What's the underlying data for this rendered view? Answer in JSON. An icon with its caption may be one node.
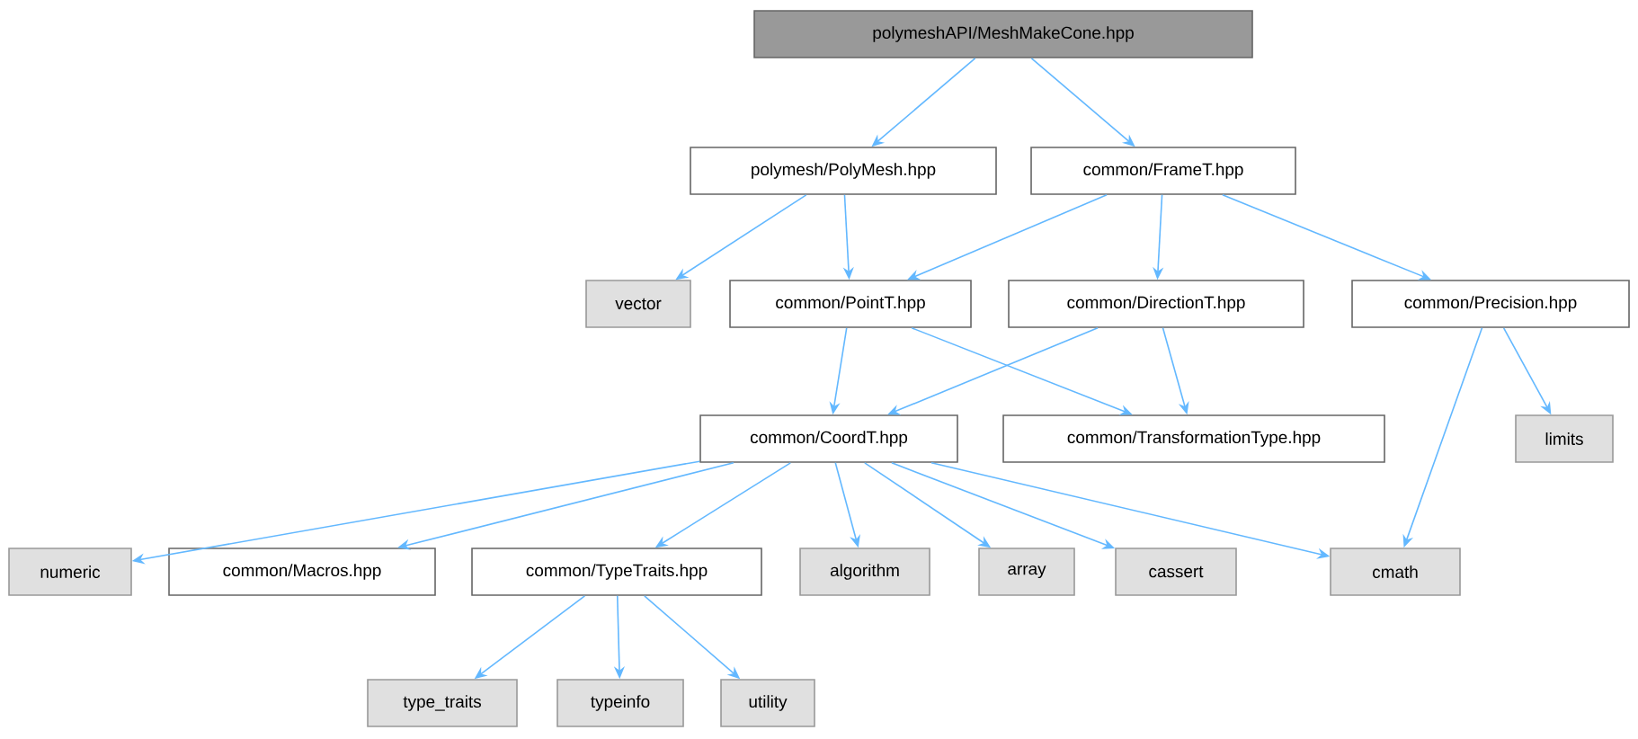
{
  "diagram": {
    "nodes": [
      {
        "text": [
          "polymeshAPI/MeshMakeCone.hpp"
        ]
      },
      {
        "text": [
          "polymesh/PolyMesh.hpp"
        ]
      },
      {
        "text": [
          "common/FrameT.hpp"
        ]
      },
      {
        "text": [
          "vector"
        ]
      },
      {
        "text": [
          "common/PointT.hpp"
        ]
      },
      {
        "text": [
          "common/DirectionT.hpp"
        ]
      },
      {
        "text": [
          "common/Precision.hpp"
        ]
      },
      {
        "text": [
          "common/CoordT.hpp"
        ]
      },
      {
        "text": [
          "common/TransformationType.hpp"
        ]
      },
      {
        "text": [
          "limits"
        ]
      },
      {
        "text": [
          "numeric"
        ]
      },
      {
        "text": [
          "common/Macros.hpp"
        ]
      },
      {
        "text": [
          "common/TypeTraits.hpp"
        ]
      },
      {
        "text": [
          "algorithm"
        ]
      },
      {
        "text": [
          "array"
        ]
      },
      {
        "text": [
          "cassert"
        ]
      },
      {
        "text": [
          "cmath"
        ]
      },
      {
        "text": [
          "type_traits"
        ]
      },
      {
        "text": [
          "typeinfo"
        ]
      },
      {
        "text": [
          "utility"
        ]
      }
    ],
    "edges": [
      {
        "from": 0,
        "to": 1,
        "arrow": "to"
      },
      {
        "from": 0,
        "to": 2,
        "arrow": "to"
      },
      {
        "from": 1,
        "to": 3,
        "arrow": "to"
      },
      {
        "from": 1,
        "to": 4,
        "arrow": "to"
      },
      {
        "from": 2,
        "to": 4,
        "arrow": "to"
      },
      {
        "from": 2,
        "to": 5,
        "arrow": "to"
      },
      {
        "from": 2,
        "to": 6,
        "arrow": "to"
      },
      {
        "from": 4,
        "to": 7,
        "arrow": "to"
      },
      {
        "from": 4,
        "to": 8,
        "arrow": "to"
      },
      {
        "from": 5,
        "to": 7,
        "arrow": "to"
      },
      {
        "from": 5,
        "to": 8,
        "arrow": "to"
      },
      {
        "from": 6,
        "to": 9,
        "arrow": "to"
      },
      {
        "from": 6,
        "to": 16,
        "arrow": "to"
      },
      {
        "from": 7,
        "to": 10,
        "arrow": "to"
      },
      {
        "from": 7,
        "to": 11,
        "arrow": "to"
      },
      {
        "from": 7,
        "to": 12,
        "arrow": "to"
      },
      {
        "from": 7,
        "to": 13,
        "arrow": "to"
      },
      {
        "from": 7,
        "to": 14,
        "arrow": "to"
      },
      {
        "from": 7,
        "to": 15,
        "arrow": "to"
      },
      {
        "from": 7,
        "to": 16,
        "arrow": "to"
      },
      {
        "from": 12,
        "to": 17,
        "arrow": "to"
      },
      {
        "from": 12,
        "to": 18,
        "arrow": "to"
      },
      {
        "from": 12,
        "to": 19,
        "arrow": "to"
      }
    ]
  }
}
